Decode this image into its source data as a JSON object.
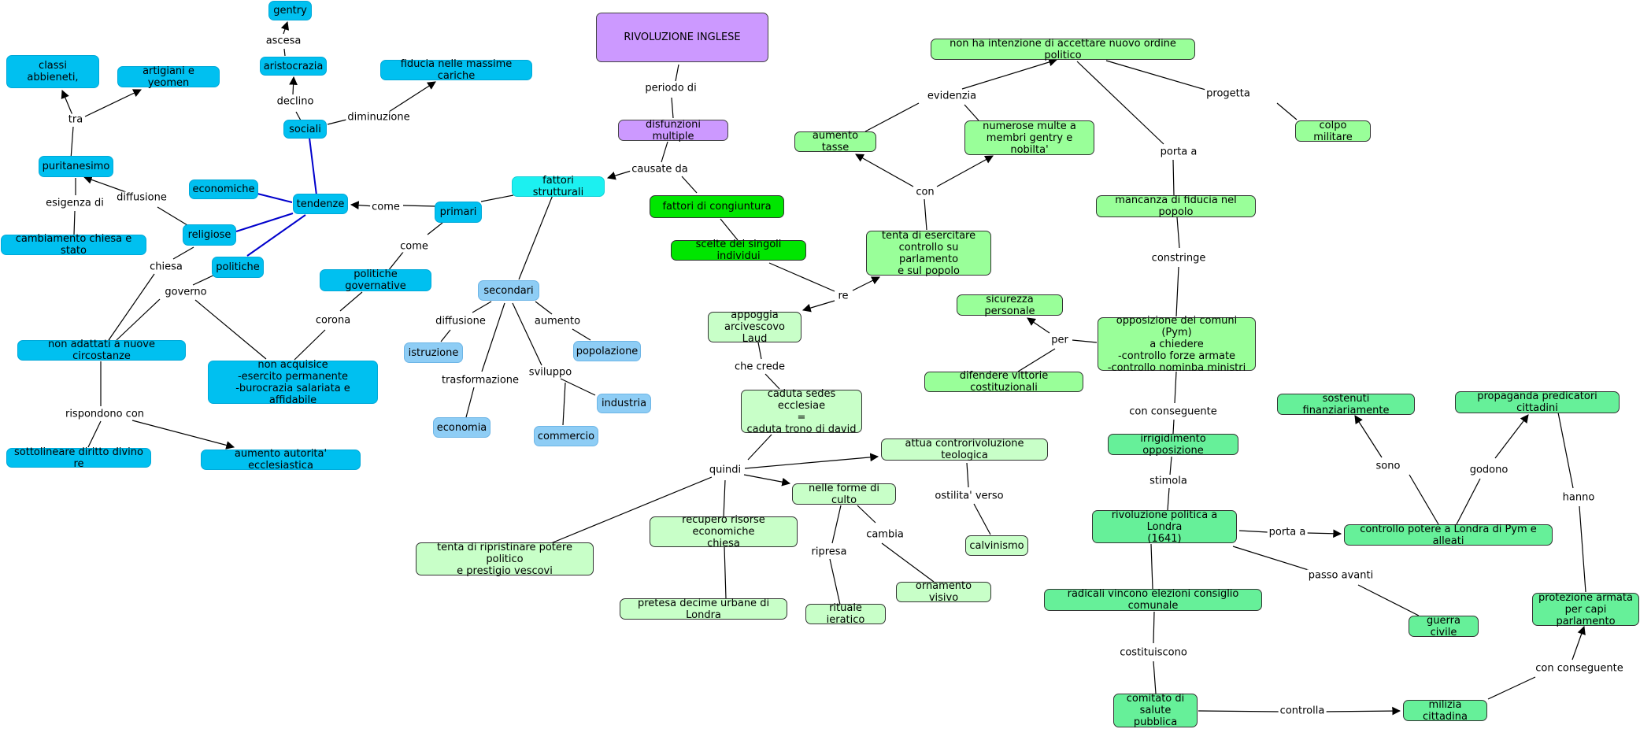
{
  "nodes": {
    "rivoluzione_inglese": "RIVOLUZIONE INGLESE",
    "disfunzioni_multiple": "disfunzioni multiple",
    "fattori_strutturali": "fattori strutturali",
    "fattori_congiuntura": "fattori di congiuntura",
    "scelte_singoli": "scelte dei singoli individui",
    "primari": "primari",
    "secondari": "secondari",
    "tendenze": "tendenze",
    "economiche": "economiche",
    "religiose": "religiose",
    "politiche": "politiche",
    "sociali": "sociali",
    "aristocrazia": "aristocrazia",
    "gentry": "gentry",
    "fiducia_massime": "fiducia nelle massime cariche",
    "puritanesimo": "puritanesimo",
    "classi_abbienti": "classi abbieneti,",
    "artigiani": "artigiani e yeomen",
    "cambiamento_chiesa": "cambiamento chiesa e stato",
    "politiche_governative": "politiche governative",
    "non_adattati": "non adattati a nuove circostanze",
    "non_acquisice": "non acquisice\n-esercito permanente\n-burocrazia salariata e affidabile",
    "sottolineare": "sottolineare diritto divino re",
    "aumento_autorita": "aumento autorita' ecclesiastica",
    "istruzione": "istruzione",
    "economia": "economia",
    "popolazione": "popolazione",
    "industria": "industria",
    "commercio": "commercio",
    "appoggia_laud": "appoggia\narcivescovo Laud",
    "caduta_sedes": "caduta sedes ecclesiae\n=\ncaduta trono di david",
    "attua_controrivoluzione": "attua controrivoluzione teologica",
    "nelle_forme": "nelle forme di culto",
    "calvinismo": "calvinismo",
    "recupero_risorse": "recupero risorse economiche\nchiesa",
    "tenta_ripristinare": "tenta di ripristinare potere politico\ne prestigio vescovi",
    "pretesa_decime": "pretesa decime urbane di Londra",
    "rituale": "rituale ieratico",
    "ornamento": "ornamento visivo",
    "tenta_esercitare": "tenta di esercitare\ncontrollo su parlamento\ne sul popolo",
    "aumento_tasse": "aumento tasse",
    "numerose_multe": "numerose multe a\nmembri gentry e nobilta'",
    "non_ha_intenzione": "non ha intenzione di accettare nuovo ordine politico",
    "colpo_militare": "colpo militare",
    "mancanza_fiducia": "mancanza di fiducia nel popolo",
    "opposizione": "opposizione dei  comuni (Pym)\na chiedere\n-controllo forze armate\n-controllo nominba ministri",
    "sicurezza": "sicurezza personale",
    "difendere": "difendere vittorie costituzionali",
    "irrigidimento": "irrigidimento opposizione",
    "rivoluzione_politica": "rivoluzione politica a Londra\n(1641)",
    "controllo_potere": "controllo potere a Londra di Pym e alleati",
    "sostenuti": "sostenuti finanziariamente",
    "propaganda": "propaganda predicatori cittadini",
    "radicali": "radicali vincono elezioni consiglio comunale",
    "guerra_civile": "guerra civile",
    "comitato": "comitato di\nsalute pubblica",
    "milizia": "milizia cittadina",
    "protezione": "protezione armata\nper capi parlamento"
  },
  "labels": {
    "periodo_di": "periodo di",
    "causate_da": "causate da",
    "come_1": "come",
    "come_2": "come",
    "diffusione_sec": "diffusione",
    "aumento": "aumento",
    "trasformazione": "trasformazione",
    "sviluppo": "sviluppo",
    "corona": "corona",
    "governo": "governo",
    "chiesa": "chiesa",
    "diffusione_rel": "diffusione",
    "esigenza_di": "esigenza di",
    "tra": "tra",
    "declino": "declino",
    "ascesa": "ascesa",
    "diminuzione": "diminuzione",
    "rispondono_con": "rispondono con",
    "re": "re",
    "che_crede": "che crede",
    "quindi": "quindi",
    "ostilita_verso": "ostilita' verso",
    "ripresa": "ripresa",
    "cambia": "cambia",
    "con": "con",
    "evidenzia": "evidenzia",
    "progetta": "progetta",
    "porta_a_1": "porta a",
    "constringe": "constringe",
    "per": "per",
    "con_conseguente_1": "con conseguente",
    "stimola": "stimola",
    "porta_a_2": "porta a",
    "passo_avanti": "passo avanti",
    "sono": "sono",
    "godono": "godono",
    "hanno": "hanno",
    "costituiscono": "costituiscono",
    "controlla": "controlla",
    "con_conseguente_2": "con conseguente"
  },
  "colors": {
    "blue": "#00c0f0",
    "light_blue": "#8ecdf5",
    "cyan": "#1cf0f0",
    "purple": "#cc99ff",
    "green": "#00e600",
    "light_green": "#c8ffc8",
    "medium_green": "#99ff99",
    "sea_green": "#66f099",
    "dark_blue_edge": "#0000cc"
  }
}
